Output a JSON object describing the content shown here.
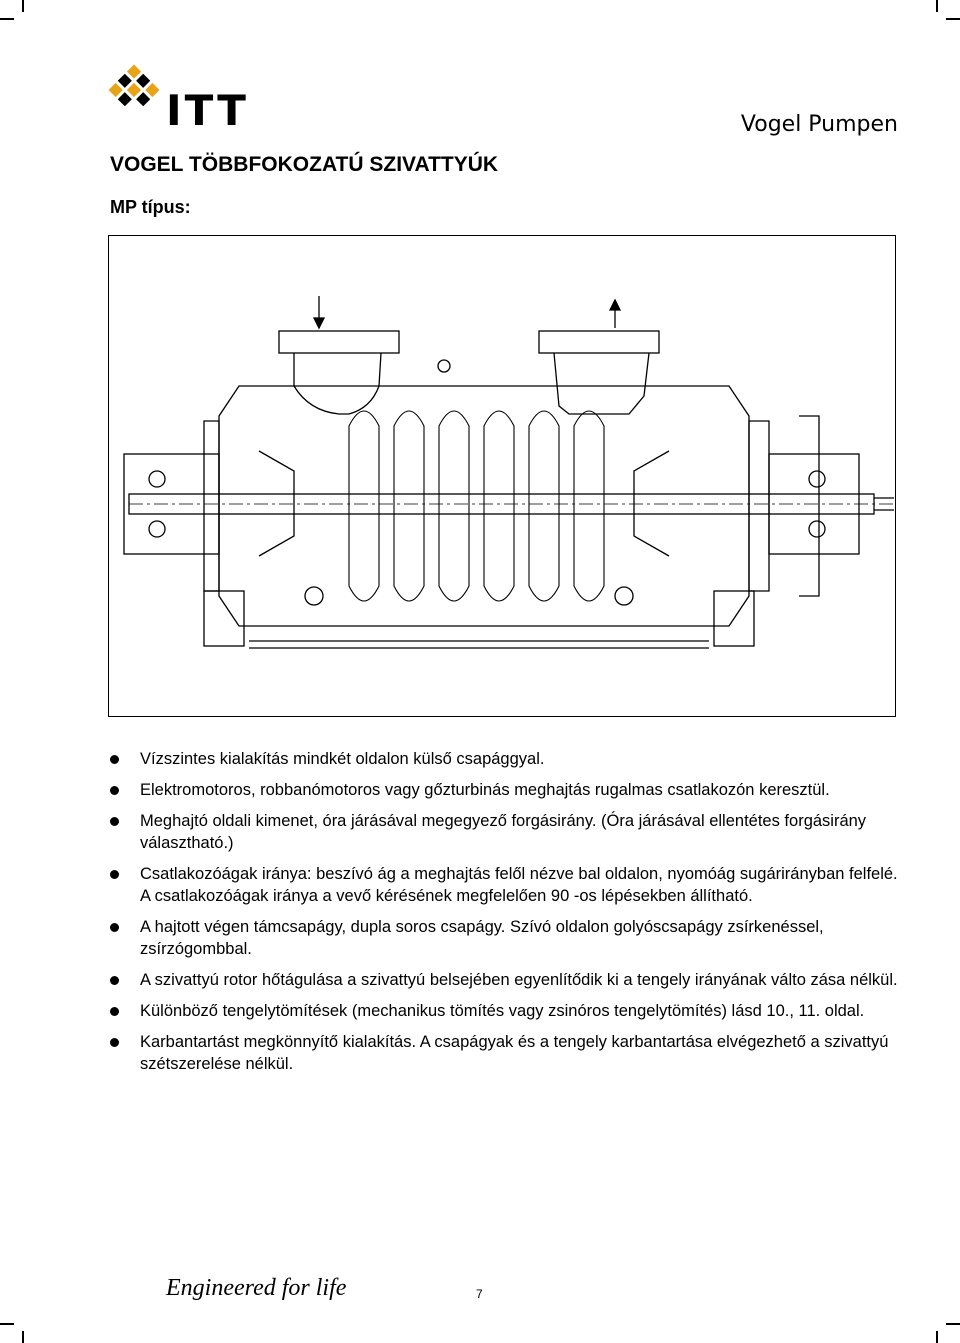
{
  "header": {
    "logo_text": "ITT",
    "brand": "Vogel Pumpen"
  },
  "title": "VOGEL TÖBBFOKOZATÚ SZIVATTYÚK",
  "subtitle": "MP típus:",
  "figure": {
    "icon": "multistage-pump-cross-section"
  },
  "features": [
    "Vízszintes kialakítás mindkét oldalon külső csapággyal.",
    "Elektromotoros, robbanómotoros vagy gőzturbinás meghajtás rugalmas csatlakozón keresztül.",
    "Meghajtó oldali kimenet, óra járásával megegyező forgásirány. (Óra járásával ellentétes forgásirány választható.)",
    "Csatlakozóágak iránya: beszívó ág a meghajtás felől nézve bal oldalon, nyomóág sugárirányban felfelé. A csatlakozóágak iránya a vevő kérésének megfelelően 90 -os lépésekben állítható.",
    "A hajtott végen támcsapágy, dupla soros csapágy. Szívó oldalon golyóscsapágy zsírkenéssel, zsírzógombbal.",
    "A szivattyú rotor hőtágulása a szivattyú belsejében egyenlítődik ki a tengely irányának válto zása nélkül.",
    "Különböző tengelytömítések (mechanikus tömítés vagy zsinóros tengelytömítés) lásd 10., 11. oldal.",
    "Karbantartást megkönnyítő kialakítás. A csapágyak és a tengely karbantartása elvégezhető a szivattyú szétszerelése nélkül."
  ],
  "footer": {
    "tagline": "Engineered for life",
    "page_number": "7"
  }
}
